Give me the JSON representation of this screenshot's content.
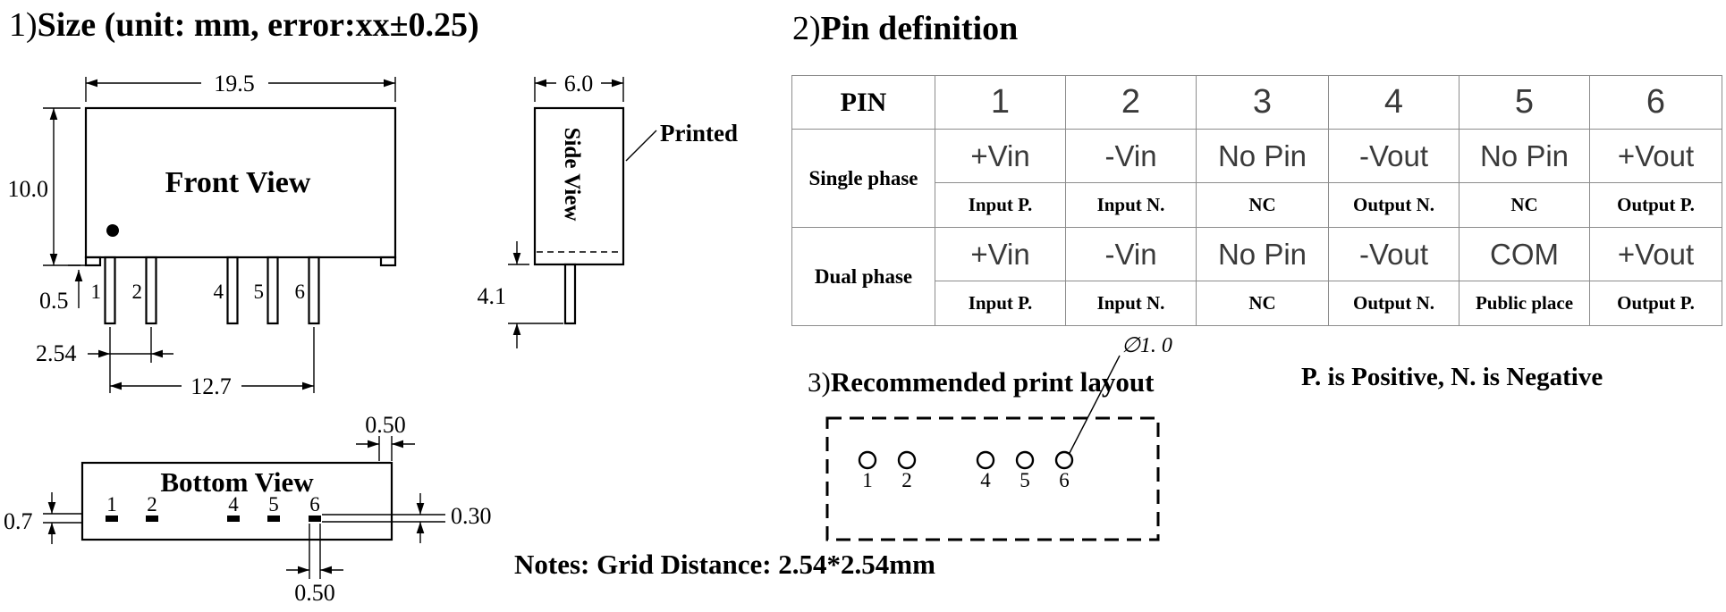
{
  "colors": {
    "ink": "#000000",
    "table_border": "#8c8c8c",
    "value_text": "#3a3a3a"
  },
  "size_section": {
    "title_prefix": "1)",
    "title": "Size (unit: mm, error:xx±0.25)",
    "front_view": {
      "label": "Front View",
      "dim_width": "19.5",
      "dim_height": "10.0",
      "dim_standoff": "0.5",
      "dim_pitch": "2.54",
      "dim_span": "12.7",
      "pins": [
        "1",
        "2",
        "4",
        "5",
        "6"
      ]
    },
    "side_view": {
      "label": "Side View",
      "dim_width": "6.0",
      "dim_pin_length": "4.1",
      "printed_label": "Printed"
    },
    "bottom_view": {
      "label": "Bottom View",
      "dim_top_offset": "0.50",
      "dim_pad_length": "0.7",
      "dim_pad_thickness": "0.30",
      "dim_pad_width": "0.50",
      "pins": [
        "1",
        "2",
        "4",
        "5",
        "6"
      ]
    },
    "notes": "Notes: Grid Distance: 2.54*2.54mm"
  },
  "pin_definition": {
    "title_prefix": "2)",
    "title": "Pin definition",
    "table": {
      "header": [
        "PIN",
        "1",
        "2",
        "3",
        "4",
        "5",
        "6"
      ],
      "rows": [
        {
          "phase": "Single phase",
          "values": [
            "+Vin",
            "-Vin",
            "No Pin",
            "-Vout",
            "No Pin",
            "+Vout"
          ],
          "labels": [
            "Input P.",
            "Input N.",
            "NC",
            "Output N.",
            "NC",
            "Output P."
          ]
        },
        {
          "phase": "Dual phase",
          "values": [
            "+Vin",
            "-Vin",
            "No Pin",
            "-Vout",
            "COM",
            "+Vout"
          ],
          "labels": [
            "Input P.",
            "Input N.",
            "NC",
            "Output N.",
            "Public place",
            "Output P."
          ]
        }
      ]
    },
    "footnote": "P. is Positive, N. is Negative"
  },
  "print_layout": {
    "title_prefix": "3)",
    "title": "Recommended print layout",
    "pad_diameter": "∅1. 0",
    "pads": [
      "1",
      "2",
      "4",
      "5",
      "6"
    ]
  }
}
